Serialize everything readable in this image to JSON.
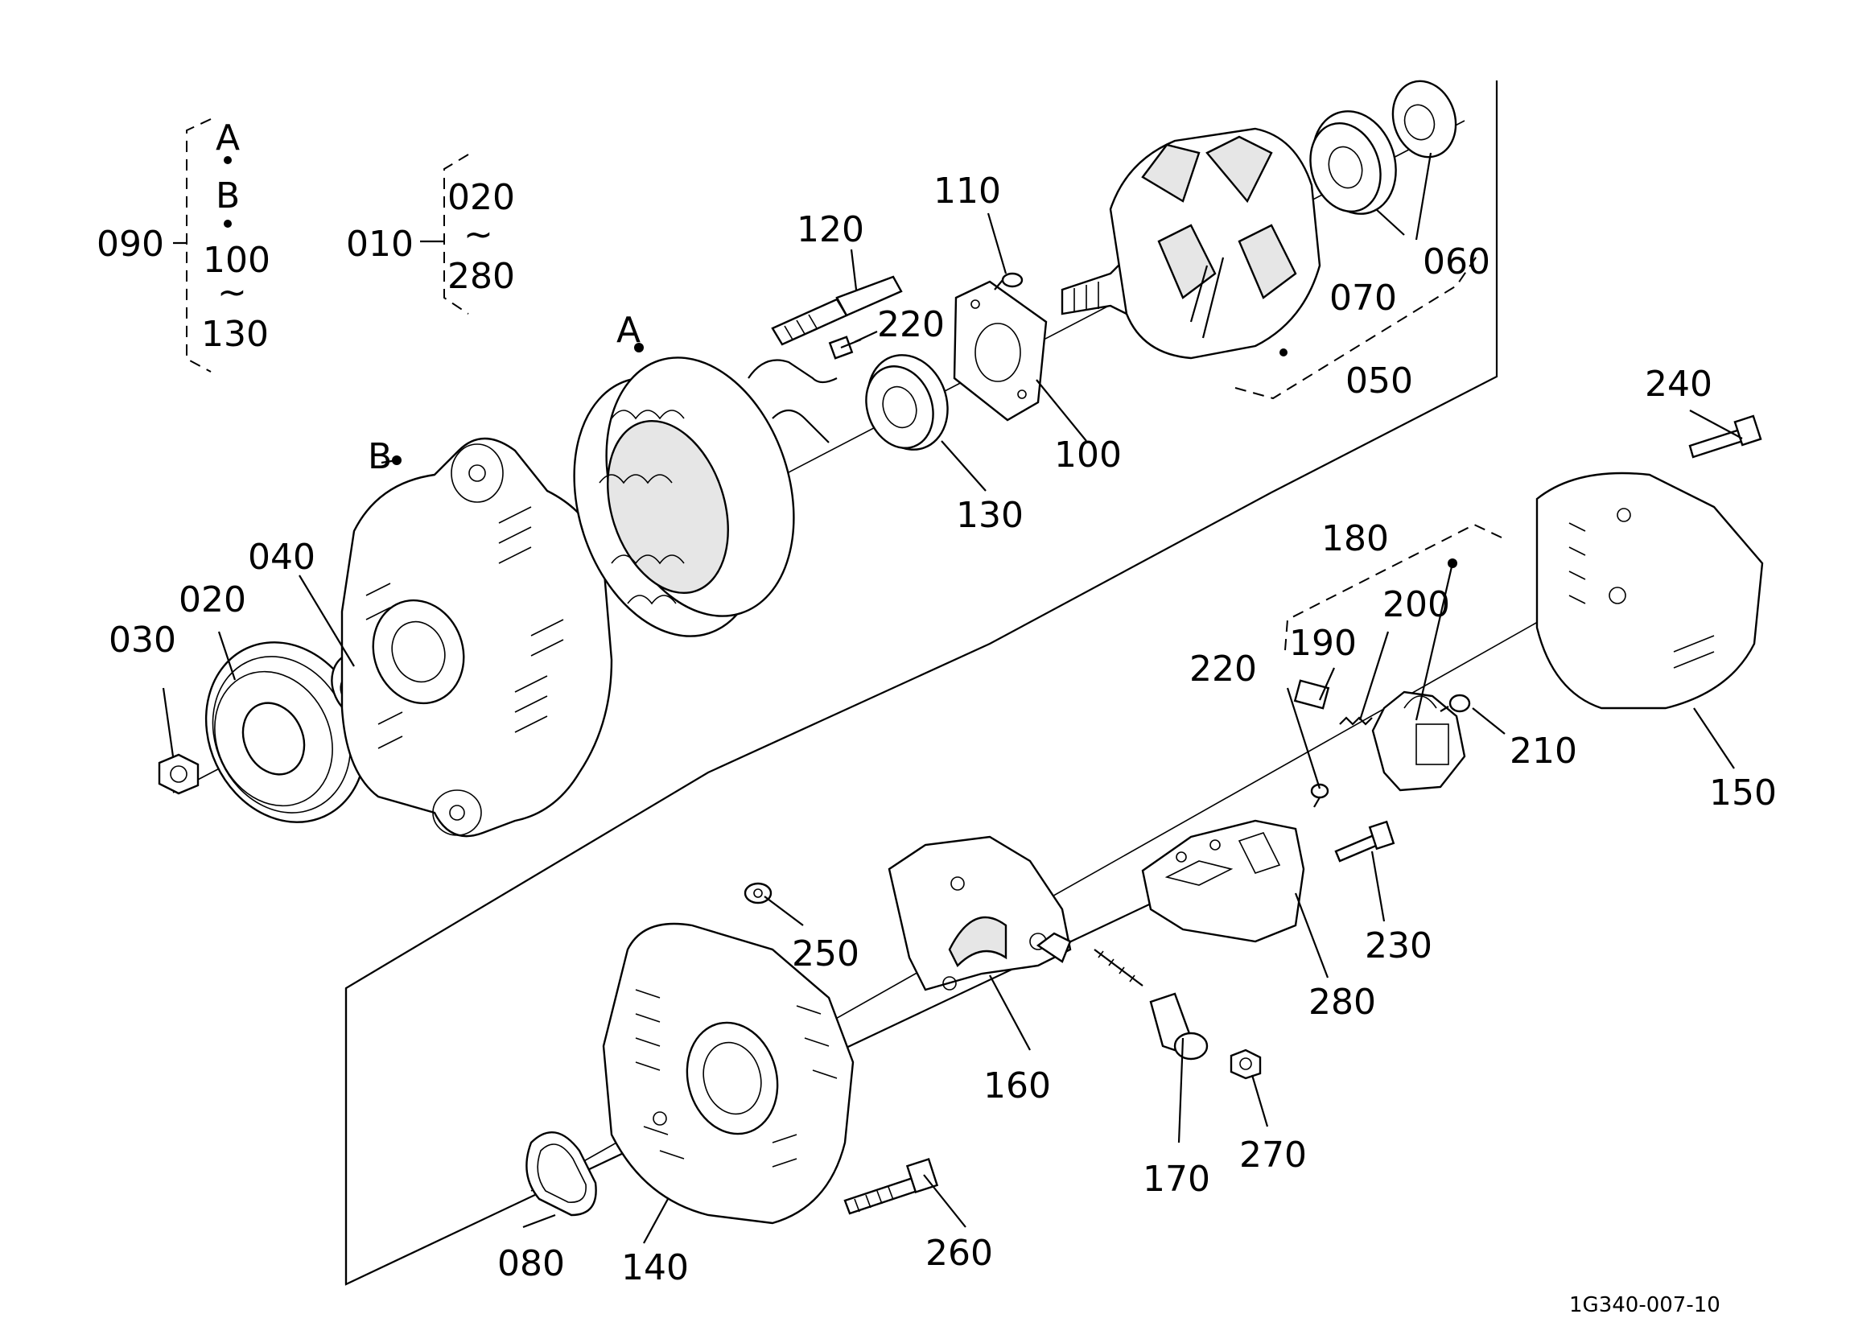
{
  "diagram": {
    "drawing_ref": "1G340-007-10",
    "group_090": {
      "code": "090",
      "items": [
        "A",
        "B",
        "100",
        "~",
        "130"
      ]
    },
    "group_010": {
      "code": "010",
      "items": [
        "020",
        "~",
        "280"
      ]
    },
    "callouts": {
      "A": "A",
      "B": "B",
      "p020": "020",
      "p030": "030",
      "p040": "040",
      "p050": "050",
      "p060": "060",
      "p070": "070",
      "p080": "080",
      "p100": "100",
      "p110": "110",
      "p120": "120",
      "p130": "130",
      "p140": "140",
      "p150": "150",
      "p160": "160",
      "p170": "170",
      "p180": "180",
      "p190": "190",
      "p200": "200",
      "p210": "210",
      "p220a": "220",
      "p220b": "220",
      "p230": "230",
      "p240": "240",
      "p250": "250",
      "p260": "260",
      "p270": "270",
      "p280": "280"
    }
  }
}
